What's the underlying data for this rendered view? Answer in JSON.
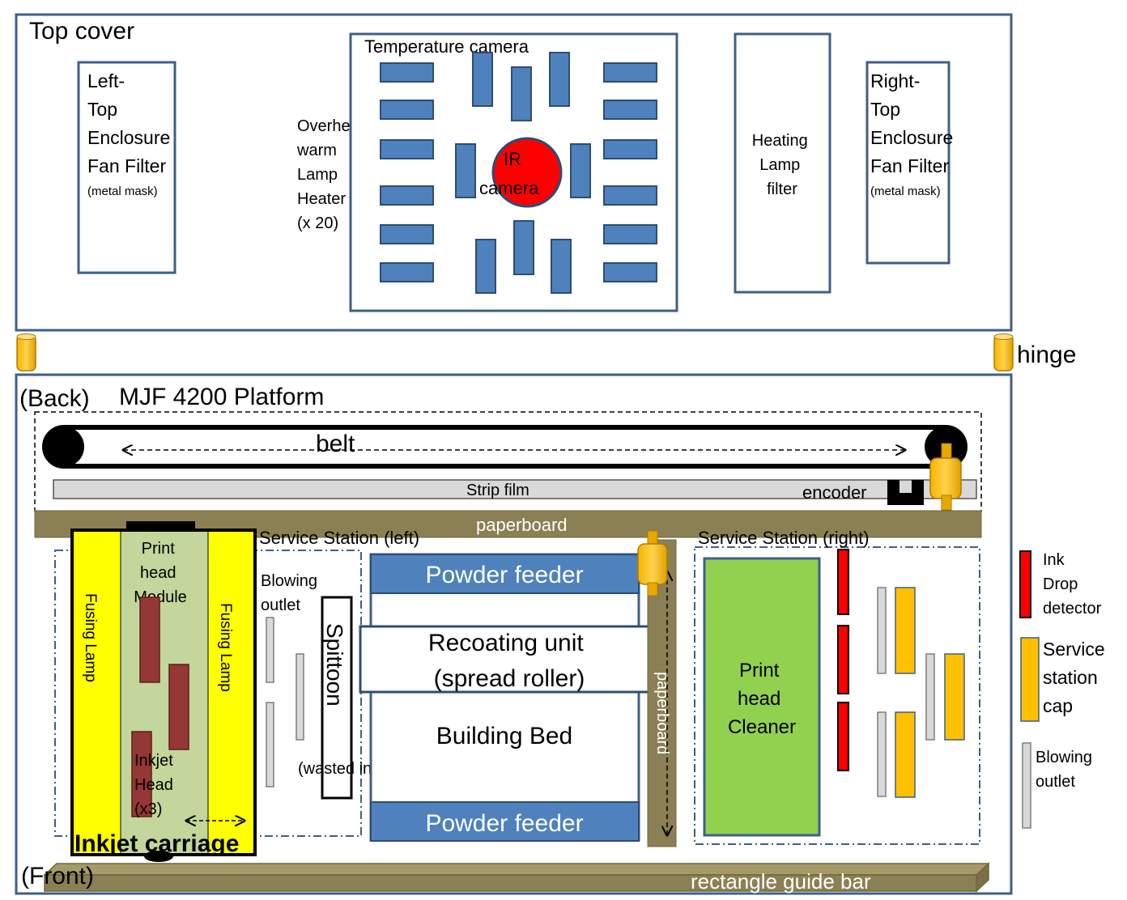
{
  "top_cover": {
    "title": "Top cover",
    "left_filter": [
      "Left-",
      "Top",
      "Enclosure",
      "Fan Filter"
    ],
    "left_filter_note": "(metal mask)",
    "right_filter": [
      "Right-",
      "Top",
      "Enclosure",
      "Fan Filter"
    ],
    "right_filter_note": "(metal mask)",
    "camera_label": "Temperature  camera",
    "heater_label": [
      "Overhead",
      "warm",
      "Lamp",
      "Heater",
      "(x 20)"
    ],
    "ir_camera": [
      "IR",
      "camera"
    ],
    "heating_filter": [
      "Heating",
      "Lamp",
      "filter"
    ]
  },
  "hinge_label": "hinge",
  "platform": {
    "back_label": "(Back)",
    "title": "MJF 4200 Platform",
    "belt_label": "belt",
    "strip_film": "Strip film",
    "encoder": "encoder",
    "paperboard": "paperboard",
    "paperboard_vertical": "paperboard",
    "service_left": "Service Station (left)",
    "service_right": "Service Station (right)",
    "fusing_lamp": "Fusing Lamp",
    "printhead_module": [
      "Print",
      "head",
      "Module"
    ],
    "inkjet_head": [
      "Inkjet",
      "Head",
      "(x3)"
    ],
    "inkjet_carriage": "Inkjet carriage",
    "blowing_outlet": [
      "Blowing",
      "outlet"
    ],
    "spittoon": "Spittoon",
    "wasted_ink": "(wasted ink)",
    "powder_feeder_top": "Powder feeder",
    "recoating": [
      "Recoating unit",
      "(spread roller)"
    ],
    "building_bed": "Building Bed",
    "powder_feeder_bottom": "Powder feeder",
    "printhead_cleaner": [
      "Print",
      "head",
      "Cleaner"
    ],
    "front_label": "(Front)",
    "guide_bar": "rectangle guide bar"
  },
  "legend": {
    "ink_drop": [
      "Ink",
      "Drop",
      "detector"
    ],
    "service_cap": [
      "Service",
      "station",
      "cap"
    ],
    "blowing_outlet": [
      "Blowing",
      "outlet"
    ]
  },
  "colors": {
    "frame": "#3e5f8a",
    "heater_blue": "#4f81bd",
    "ir_red": "#ff0000",
    "paperboard": "#8b8053",
    "fusing_yellow": "#ffff00",
    "module_green": "#c3d69b",
    "inkjet_head": "#953735",
    "cleaner_green": "#92d050",
    "cap_orange": "#ffc000",
    "outlet_gray": "#d9d9d9"
  },
  "icons": {
    "hinge": "hinge-cylinder-icon",
    "encoder": "encoder-icon",
    "pulley": "pulley-icon"
  }
}
